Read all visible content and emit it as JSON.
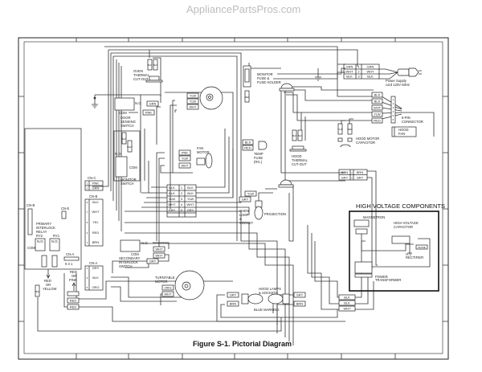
{
  "watermark": "AppliancePartsPros.com",
  "title": "Figure S-1. Pictorial Diagram",
  "hv_title": "HIGH VOLTAGE COMPONENTS",
  "labels": {
    "oven_thermal_cutout": [
      "OVEN",
      "THERMAL",
      "CUT-OUT"
    ],
    "door_sensing_switch": [
      "DOOR",
      "SENSING",
      "SWITCH"
    ],
    "monitor_switch": [
      "MONITOR",
      "SWITCH"
    ],
    "fan_motor": [
      "FAN",
      "MOTOR"
    ],
    "monitor_fuse": [
      "MONITOR",
      "FUSE &",
      "FUSE HOLDER"
    ],
    "temp_fuse": [
      "TEMP",
      "FUSE",
      "(RG.)"
    ],
    "hood_thermal_cutout": [
      "HOOD",
      "THERMAL",
      "CUT-OUT"
    ],
    "power_supply": [
      "Power Supply",
      "cord 120V 60Hz"
    ],
    "six_pin_connector": [
      "6-PIN",
      "CONNECTOR"
    ],
    "hood_fan": [
      "HOOD",
      "FAN"
    ],
    "hood_motor_capacitor": [
      "HOOD MOTOR",
      "CAPACITOR"
    ],
    "oven_lamp_socket": [
      "OVEN",
      "LAMP",
      "&",
      "SOCKET"
    ],
    "projection": "PROJECTION",
    "primary_interlock_relay": [
      "PRIMARY",
      "INTERLOCK",
      "RELAY",
      "RY2"
    ],
    "ry1": "RY1",
    "secondary_interlock_switch": [
      "SECONDARY",
      "INTERLOCK",
      "SWITCH"
    ],
    "turntable_motor": [
      "TURNTABLE",
      "MOTOR"
    ],
    "hood_lamps_sockets": [
      "HOOD LAMPS",
      "& SOCKETS"
    ],
    "blue_marking": "BLUE MARKING",
    "red_or_yellow": [
      "RED",
      "OR",
      "YELLOW"
    ],
    "red_or_pink": [
      "RED",
      "OR",
      "PINK"
    ],
    "magnetron": "MAGNETRON",
    "hv_capacitor": [
      "HIGH VOLTAGE",
      "CAPACITOR"
    ],
    "hv_rectifier": [
      "H.V.",
      "RECTIFIER"
    ],
    "power_transformer": [
      "POWER",
      "TRANSFORMER"
    ],
    "no": "N.O.",
    "com": "COM",
    "cn_c": "CN-C",
    "cn_b": "CN-B",
    "cn_a": "CN-A",
    "cn_e": "CN-E",
    "cn_a_pins": "9 3 1"
  },
  "wires": {
    "oven_tco": [
      "BLK",
      "BLK"
    ],
    "door_switch": [
      "GRN",
      "PNK"
    ],
    "motor_top": [
      "YLW",
      "YLW",
      "WHT"
    ],
    "monitor_switch": [
      "BLK",
      "WHT"
    ],
    "fan_motor": [
      "PNK",
      "YLW",
      "WHT"
    ],
    "monitor_fuse": "RED",
    "temp_fuse": [
      "BLK",
      "RED"
    ],
    "hood_tco": [
      "BLK",
      "BLK"
    ],
    "power_connector": [
      {
        "pin": "1",
        "left": "GRN",
        "right": "GRN"
      },
      {
        "pin": "2",
        "left": "WHT",
        "right": "WHT"
      },
      {
        "pin": "3",
        "left": "BLK",
        "right": "BLK"
      }
    ],
    "six_pin": [
      "BLK",
      "BLK",
      "WHT",
      "YLW",
      "RED"
    ],
    "six_pin_numbers": [
      "1",
      "2",
      "3",
      "4",
      "5",
      "6"
    ],
    "hood_capacitor": [
      "YLW",
      "RED"
    ],
    "brn_gry_block": [
      {
        "pin": "1",
        "left": "BRN",
        "right": "BRN"
      },
      {
        "pin": "2",
        "left": "GRY",
        "right": "GRY"
      }
    ],
    "center_block": [
      {
        "pin": "1",
        "left": "BLK",
        "right": "BLK"
      },
      {
        "pin": "2",
        "left": "BLK",
        "right": "BLK"
      },
      {
        "pin": "3",
        "left": "YLW",
        "right": "YLW"
      },
      {
        "pin": "4",
        "left": "WHT",
        "right": "WHT"
      },
      {
        "pin": "5",
        "left": "GRY",
        "right": "GRY"
      }
    ],
    "cn_c": [
      {
        "pin": "1",
        "color": "PNK"
      },
      {
        "pin": "2",
        "color": "GRN"
      }
    ],
    "cn_b": [
      {
        "pin": "9",
        "color": "BLK"
      },
      {
        "pin": "7",
        "color": "WHT"
      },
      {
        "pin": "5",
        "color": "YEL"
      },
      {
        "pin": "3",
        "color": "RED"
      },
      {
        "pin": "1",
        "color": "BRN"
      }
    ],
    "cn_a": [
      {
        "pin": "1",
        "color": "GRY"
      },
      {
        "pin": "3",
        "color": "BLK"
      },
      {
        "pin": "5",
        "color": "ORG"
      }
    ],
    "secondary_switch": [
      "WHT",
      "WHT",
      "GRY"
    ],
    "turntable": [
      "ORG",
      "WHT"
    ],
    "oven_lamp": [
      "YLW",
      "GRY"
    ],
    "hood_lamps_left": [
      "GRY",
      "BRN"
    ],
    "hood_lamps_right": [
      "GRY",
      "BRN"
    ],
    "transformer_block": [
      "BLK",
      "BLK",
      "WHT"
    ],
    "relay_red": [
      "RED",
      "RED"
    ],
    "relay_bk": "B/K",
    "rectifier": "DIODE"
  }
}
